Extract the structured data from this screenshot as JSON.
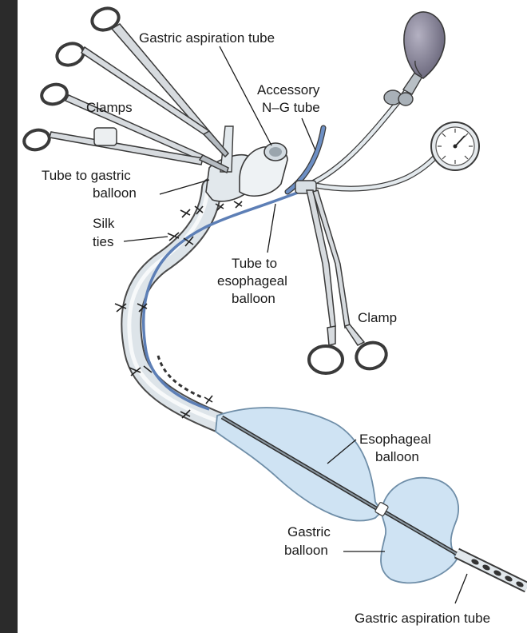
{
  "labels": {
    "gastric_aspiration_tube_top": "Gastric aspiration tube",
    "accessory_ng_tube_line1": "Accessory",
    "accessory_ng_tube_line2": "N–G tube",
    "clamps": "Clamps",
    "tube_to_gastric_balloon_line1": "Tube to gastric",
    "tube_to_gastric_balloon_line2": "balloon",
    "silk_ties_line1": "Silk",
    "silk_ties_line2": "ties",
    "tube_to_esophageal_balloon_line1": "Tube to",
    "tube_to_esophageal_balloon_line2": "esophageal",
    "tube_to_esophageal_balloon_line3": "balloon",
    "clamp": "Clamp",
    "esophageal_balloon_line1": "Esophageal",
    "esophageal_balloon_line2": "balloon",
    "gastric_balloon_line1": "Gastric",
    "gastric_balloon_line2": "balloon",
    "gastric_aspiration_tube_bottom": "Gastric aspiration tube"
  },
  "colors": {
    "tube_fill": "#d9e1e6",
    "balloon_fill": "#cfe3f3",
    "balloon_stroke": "#6f8ea8",
    "accessory_tube": "#5d7fb6",
    "bulb_fill": "#7d7a8f",
    "steel": "#c8ccd0"
  }
}
